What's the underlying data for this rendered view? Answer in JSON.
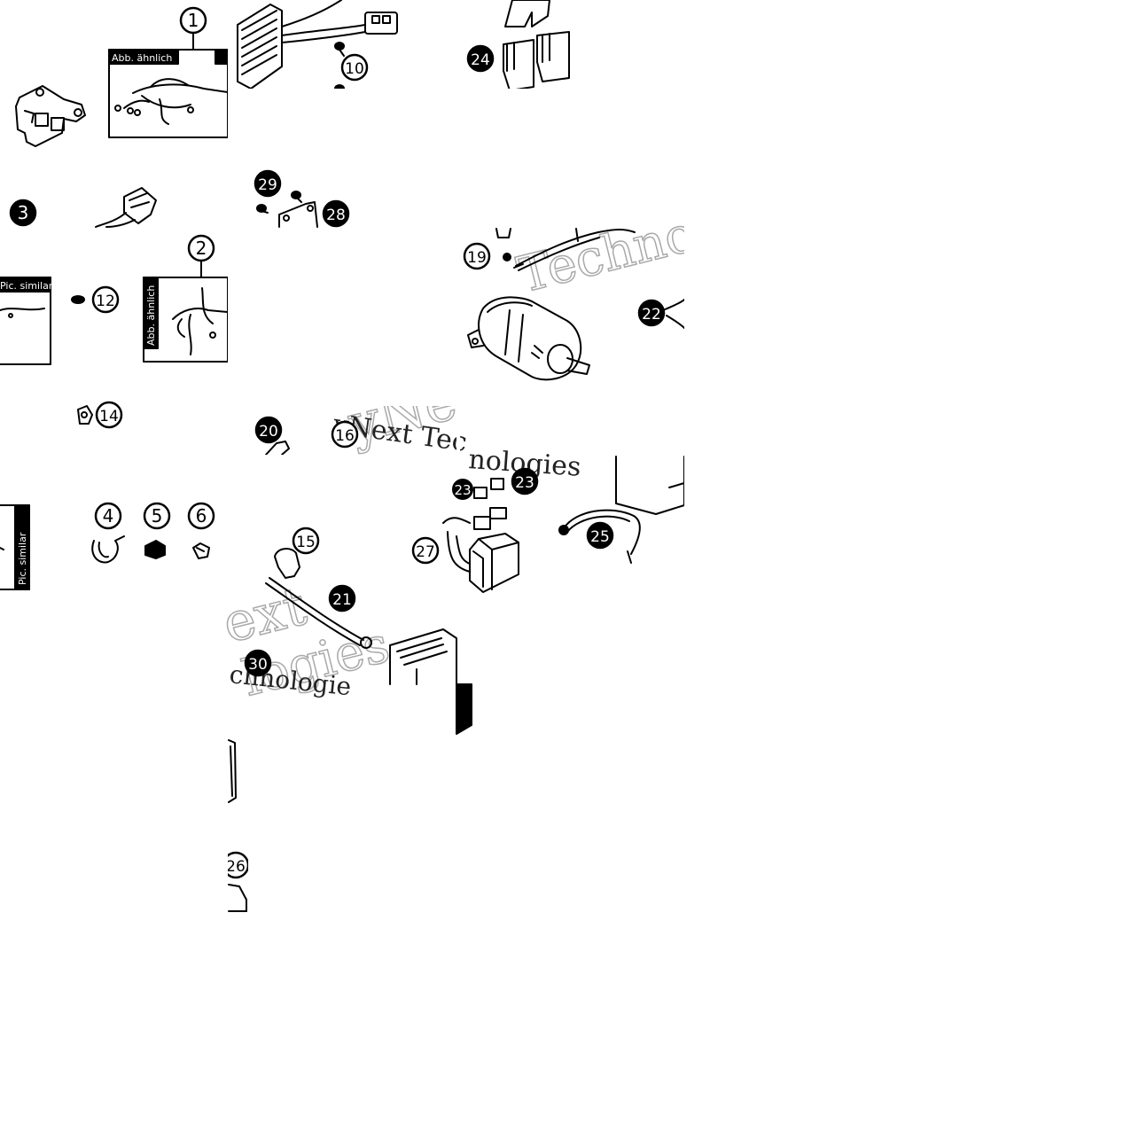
{
  "callouts": {
    "c1": "1",
    "c2": "2",
    "c3": "3",
    "c4": "4",
    "c5": "5",
    "c6": "6",
    "c10": "10",
    "c12": "12",
    "c14": "14",
    "c15": "15",
    "c16": "16",
    "c19": "19",
    "c20": "20",
    "c21": "21",
    "c22": "22",
    "c23a": "23",
    "c23b": "23",
    "c24": "24",
    "c25": "25",
    "c26": "26",
    "c27": "27",
    "c28": "28",
    "c29": "29",
    "c30": "30"
  },
  "box_labels": {
    "b1": "Abb. ähnlich",
    "b2": "Abb. ähnlich",
    "b3": "Pic. similar",
    "b4": "Pic. similar"
  },
  "watermark": {
    "w1": "Techno",
    "w2": "yNe",
    "w3": "yNext Tec",
    "w4": "nologies",
    "w5": "ext",
    "w6": "logies",
    "w7": "chnologie"
  },
  "colors": {
    "line": "#000000",
    "background": "#ffffff",
    "watermark": "#bdbdbd"
  }
}
